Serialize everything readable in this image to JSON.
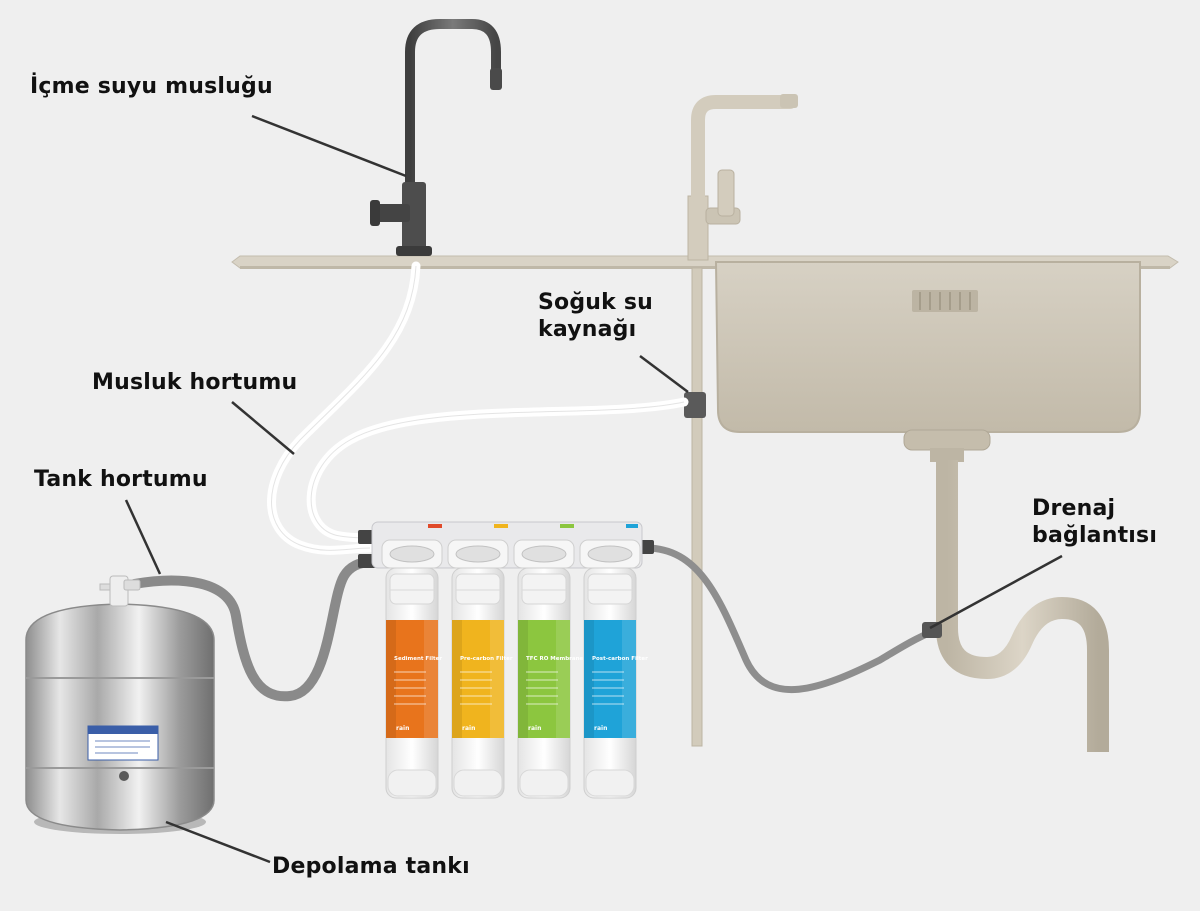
{
  "labels": {
    "faucet": "İçme suyu musluğu",
    "cold_water_line1": "Soğuk su",
    "cold_water_line2": "kaynağı",
    "faucet_hose": "Musluk hortumu",
    "tank_hose": "Tank hortumu",
    "drain_line1": "Drenaj",
    "drain_line2": "bağlantısı",
    "storage_tank": "Depolama tankı"
  },
  "filters": [
    {
      "name": "Sediment Filter",
      "brand": "rain",
      "color": "#e8741c"
    },
    {
      "name": "Pre-carbon Filter",
      "brand": "rain",
      "color": "#f0b41e"
    },
    {
      "name": "TFC RO Membrane",
      "brand": "rain",
      "color": "#8cc63f"
    },
    {
      "name": "Post-carbon Filter",
      "brand": "rain",
      "color": "#1fa3d8"
    }
  ],
  "colors": {
    "background": "#efefef",
    "sink": "#cdc6b8",
    "hose_white": "#ffffff",
    "hose_gray": "#8d8d8d",
    "faucet": "#555555",
    "tank": "#c4c4c4",
    "leader_line": "#333333"
  }
}
